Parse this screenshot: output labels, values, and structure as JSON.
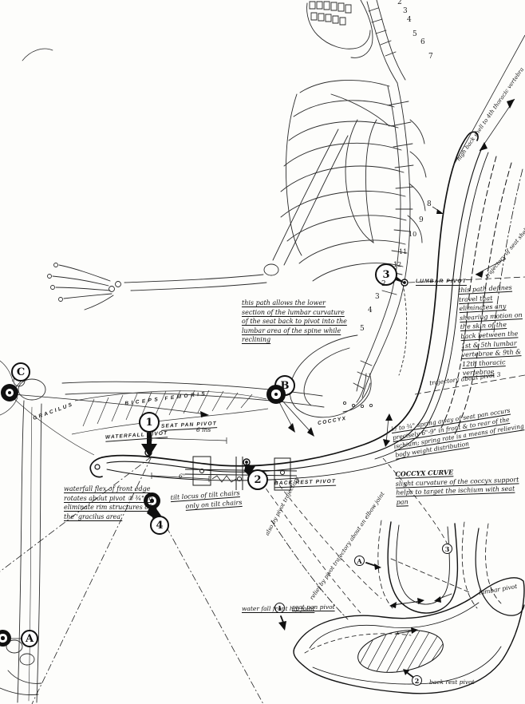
{
  "markers": {
    "m1": "1",
    "m2": "2",
    "m3": "3",
    "m4": "4",
    "mA": "A",
    "mB": "B",
    "mC": "C",
    "d1": "1",
    "d2": "2",
    "d3": "3",
    "dA": "A"
  },
  "pivots": {
    "lumbar": "LUMBAR PIVOT",
    "back_rest": "BACK REST PIVOT",
    "seat_pan": "SEAT PAN PIVOT",
    "waterfall": "WATERFALL PIVOT"
  },
  "anatomy": {
    "biceps_femoris": "BICEPS FEMORIS",
    "gracilus": "GRACILUS",
    "coccyx": "COCCYX",
    "cervical": [
      "2",
      "3",
      "4",
      "5",
      "6",
      "7"
    ],
    "thoracic": [
      "8",
      "9",
      "10",
      "11",
      "12"
    ],
    "lumbar": [
      "2",
      "3",
      "4",
      "5"
    ]
  },
  "notes": {
    "lumbar_path": "this path allows the lower section of the lumbar curvature of the seat back to pivot into the lumbar area of the spine while reclining",
    "shear_free": "this path defines travel that eliminates any shearing motion on the skin of the back between the 1st & 5th lumbar vertebrae & 9th & 12th thoracic vertebrae",
    "high_back": "high back shell to 4th thoracic vertebra",
    "trajectory_shell": "trajectory of seat shell",
    "trajectory_pivot": "trajectory about pivot 3",
    "spring_away": "½ to ¾\" spring away of seat pan occurs precisely 6\"-9\" in front & to rear of the ischium; spring rate is a means of relieving body weight distribution",
    "coccyx_curve_title": "COCCYX CURVE",
    "coccyx_curve_body": "slight curvature of the coccyx support helps to target the ischium with seat pan",
    "waterfall_flex": "waterfall flex of front edge rotates about pivot ① ¾\" to eliminate rim structures of the 'gracilus area'",
    "tilt_locus_1": "tilt locus of tilt chairs",
    "tilt_locus_2": "only on tilt chairs",
    "traj_also": "also by pivot trajectory",
    "traj_relief": "relief by pivot trajectory about an elbow joint",
    "detail_hip_joint": "water fall  front hip joint",
    "detail_seat_pan": "seat pan pivot",
    "detail_back_rest": "back rest pivot",
    "detail_lumbar": "lumbar pivot",
    "dim_6ins": "6 ins",
    "dim_6": "6\""
  }
}
